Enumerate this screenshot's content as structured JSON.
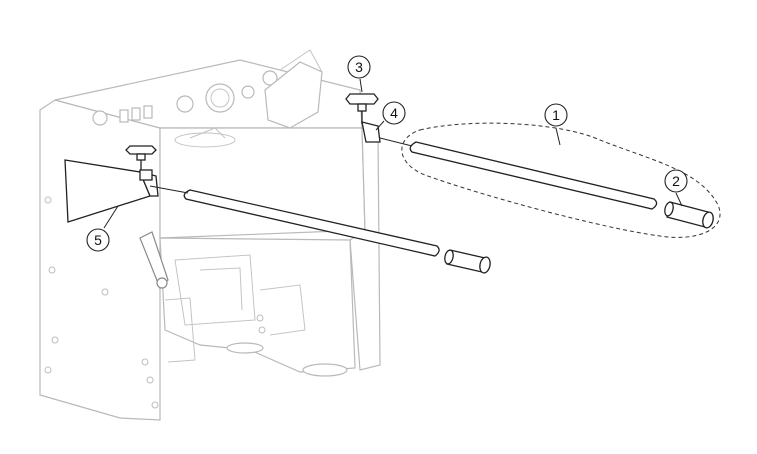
{
  "callouts": [
    {
      "id": "callout-1",
      "label": "1"
    },
    {
      "id": "callout-2",
      "label": "2"
    },
    {
      "id": "callout-3",
      "label": "3"
    },
    {
      "id": "callout-4",
      "label": "4"
    },
    {
      "id": "callout-5",
      "label": "5"
    }
  ],
  "colors": {
    "machine_outline": "#b9b9b9",
    "part_outline": "#222222",
    "background": "#ffffff"
  }
}
